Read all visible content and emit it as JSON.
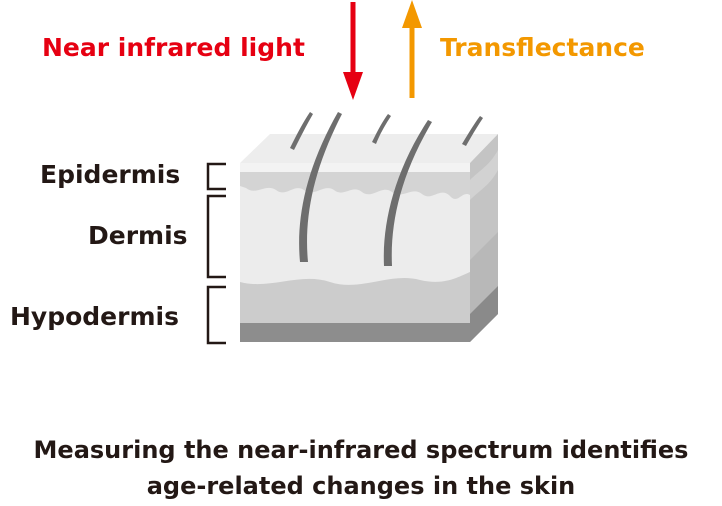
{
  "labels": {
    "incoming": "Near infrared light",
    "outgoing": "Transflectance",
    "epidermis": "Epidermis",
    "dermis": "Dermis",
    "hypodermis": "Hypodermis"
  },
  "caption": {
    "line1": "Measuring the near-infrared spectrum identifies",
    "line2": "age-related changes in the skin"
  },
  "colors": {
    "incoming_arrow": "#e60012",
    "outgoing_arrow": "#f39800",
    "text": "#231815"
  }
}
